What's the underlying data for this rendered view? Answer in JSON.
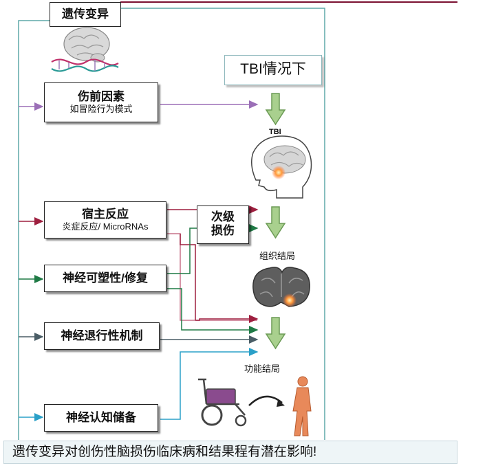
{
  "title": "遗传变异",
  "tbi_header": "TBI情况下",
  "factors": [
    {
      "title": "伤前因素",
      "subtitle": "如冒险行为模式"
    },
    {
      "title": "宿主反应",
      "subtitle": "炎症反应/ MicroRNAs"
    },
    {
      "title": "神经可塑性/修复"
    },
    {
      "title": "神经退行性机制"
    },
    {
      "title": "神经认知储备"
    }
  ],
  "secondary_injury": "次级\n损伤",
  "secondary_injury_lines": [
    "次级",
    "损伤"
  ],
  "outcomes": {
    "tbi_label": "TBI",
    "tissue": "组织结局",
    "functional": "功能结局"
  },
  "footer": "遗传变异对创伤性脑损伤临床病和结果程有潜在影响!",
  "colors": {
    "teal_border": "#5fa9a8",
    "purple": "#9b6fb7",
    "crimson": "#9e1f3f",
    "green": "#1f7a45",
    "slate": "#4a5d66",
    "cyan": "#2aa0c8",
    "down_arrow_fill": "#a9d08e",
    "down_arrow_stroke": "#6b9a55"
  },
  "icons": [
    "brain-icon",
    "dna-icon",
    "head-profile-icon",
    "brain-section-icon",
    "wheelchair-icon",
    "curved-arrow-icon",
    "human-figure-icon"
  ]
}
